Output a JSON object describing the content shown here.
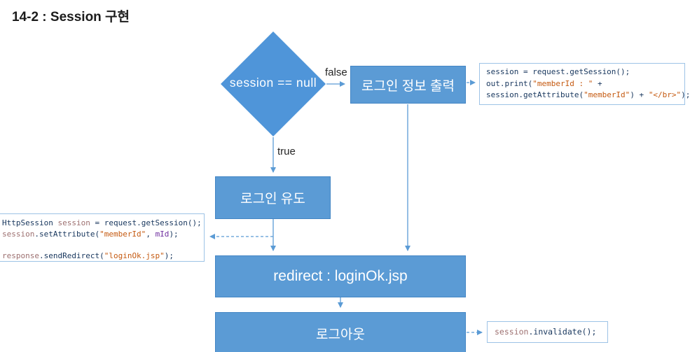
{
  "title": "14-2 : Session 구현",
  "flowchart": {
    "diamond": {
      "label": "session == null"
    },
    "edge_labels": {
      "false_label": "false",
      "true_label": "true"
    },
    "boxes": {
      "login_info_label": "로그인 정보 출력",
      "login_induce_label": "로그인 유도",
      "redirect_label": "redirect : loginOk.jsp",
      "logout_label": "로그아웃"
    },
    "code_right": [
      [
        [
          "p",
          "session = request.getSession();"
        ]
      ],
      [
        [
          "p",
          "out.print("
        ],
        [
          "s",
          "\"memberId : \""
        ],
        [
          "p",
          " +"
        ]
      ],
      [
        [
          "p",
          "session.getAttribute("
        ],
        [
          "s",
          "\"memberId\""
        ],
        [
          "p",
          ") + "
        ],
        [
          "s",
          "\"</br>\""
        ],
        [
          "p",
          ");"
        ]
      ]
    ],
    "code_left": [
      [
        [
          "p",
          "HttpSession "
        ],
        [
          "v",
          "session"
        ],
        [
          "p",
          " = request.getSession();"
        ]
      ],
      [
        [
          "v",
          "session"
        ],
        [
          "p",
          ".setAttribute("
        ],
        [
          "s",
          "\"memberId\""
        ],
        [
          "p",
          ", "
        ],
        [
          "m",
          "mId"
        ],
        [
          "p",
          ");"
        ]
      ],
      [],
      [
        [
          "v",
          "response"
        ],
        [
          "p",
          ".sendRedirect("
        ],
        [
          "s",
          "\"loginOk.jsp\""
        ],
        [
          "p",
          ");"
        ]
      ]
    ],
    "code_logout": [
      [
        [
          "v",
          "session"
        ],
        [
          "p",
          ".invalidate();"
        ]
      ]
    ]
  },
  "colors": {
    "shape_fill": "#5b9bd5",
    "diamond_fill": "#4f95d9",
    "shape_border": "#4385c4",
    "connector": "#5b9bd5",
    "code_border": "#9dc3e6",
    "code_plain": "#17365d",
    "code_string": "#c55a11",
    "code_variable": "#9d7070",
    "code_param": "#7030a0"
  }
}
